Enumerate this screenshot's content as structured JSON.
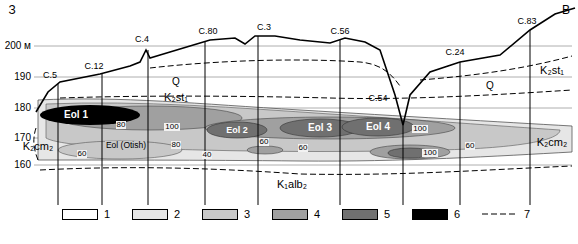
{
  "diagram": {
    "labels": [
      "З",
      "В",
      "200 м",
      "190",
      "180",
      "170",
      "160",
      "С.5",
      "С.12",
      "С.4",
      "С.80",
      "С.3",
      "С.56",
      "С.54",
      "С.24",
      "С.83",
      "Q",
      "Q",
      "K₂st₁",
      "K₂st₁",
      "K₂cm₂",
      "K₂cm₂",
      "K₁alb₂",
      "Eol 1",
      "Eol 2",
      "Eol 3",
      "Eol 4",
      "Eol (Otish)",
      "80",
      "100",
      "60",
      "80",
      "60",
      "40",
      "60",
      "100",
      "100",
      "60"
    ],
    "legend": [
      {
        "text": "1",
        "color": "#ffffff"
      },
      {
        "text": "2",
        "color": "#e6e6e6"
      },
      {
        "text": "3",
        "color": "#c8c8c8"
      },
      {
        "text": "4",
        "color": "#a0a0a0"
      },
      {
        "text": "5",
        "color": "#707070"
      },
      {
        "text": "6",
        "color": "#000000"
      },
      {
        "text": "7"
      }
    ]
  }
}
